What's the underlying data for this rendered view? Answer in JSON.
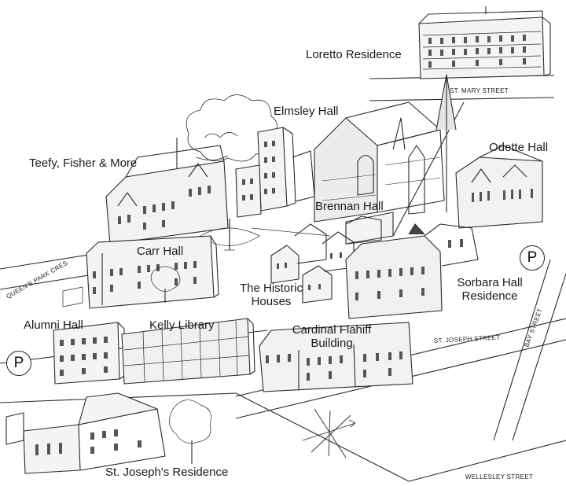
{
  "buildings": {
    "loretto": "Loretto Residence",
    "elmsley": "Elmsley Hall",
    "teefy": "Teefy, Fisher & More",
    "odette": "Odette Hall",
    "brennan": "Brennan Hall",
    "carr": "Carr Hall",
    "historic_line1": "The Historic",
    "historic_line2": "Houses",
    "sorbara_line1": "Sorbara Hall",
    "sorbara_line2": "Residence",
    "alumni": "Alumni Hall",
    "kelly": "Kelly Library",
    "flahiff_line1": "Cardinal Flahiff",
    "flahiff_line2": "Building",
    "stjoseph_res": "St. Joseph's Residence"
  },
  "streets": {
    "st_mary": "ST. MARY STREET",
    "queens_park": "QUEEN'S PARK CRES.",
    "st_joseph": "ST. JOSEPH STREET",
    "bay": "BAY STREET",
    "wellesley": "WELLESLEY STREET"
  },
  "parking": {
    "symbol_left": "P",
    "symbol_right": "P"
  },
  "colors": {
    "ink": "#1a1a1a",
    "paper": "#ffffff"
  },
  "icons": {
    "compass": "compass-rose-icon",
    "parking": "parking-icon"
  }
}
